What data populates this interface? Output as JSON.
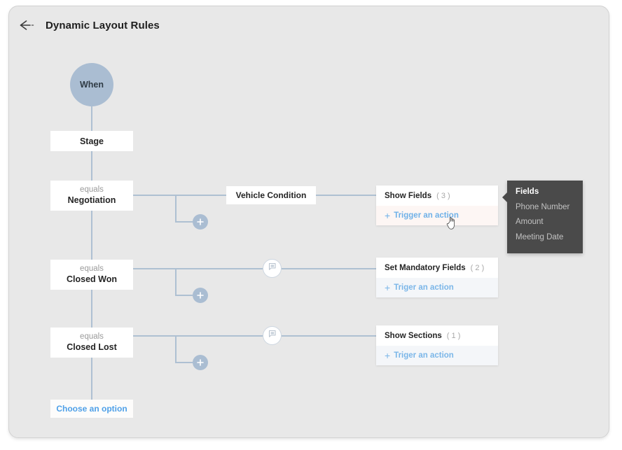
{
  "header": {
    "back_icon": "back-arrow-icon",
    "title": "Dynamic Layout Rules"
  },
  "flow": {
    "trigger": {
      "label": "When"
    },
    "field_box": {
      "label": "Stage"
    },
    "conditions": [
      {
        "operator": "equals",
        "value": "Negotiation"
      },
      {
        "operator": "equals",
        "value": "Closed Won"
      },
      {
        "operator": "equals",
        "value": "Closed Lost"
      }
    ],
    "middle_nodes": [
      {
        "type": "label-box",
        "label": "Vehicle Condition"
      },
      {
        "type": "bubble-icon",
        "icon": "comment-bubble-icon"
      },
      {
        "type": "bubble-icon",
        "icon": "comment-bubble-icon"
      }
    ],
    "add_nodes": [
      {
        "icon": "plus-icon"
      },
      {
        "icon": "plus-icon"
      },
      {
        "icon": "plus-icon"
      }
    ],
    "action_cards": [
      {
        "title": "Show Fields",
        "count": "( 3 )",
        "action_label": "Trigger an action",
        "plus": "+"
      },
      {
        "title": "Set Mandatory Fields",
        "count": "( 2 )",
        "action_label": "Triger an action",
        "plus": "+"
      },
      {
        "title": "Show Sections",
        "count": "( 1 )",
        "action_label": "Triger an action",
        "plus": "+"
      }
    ],
    "choose_option": {
      "label": "Choose an option"
    }
  },
  "tooltip": {
    "title": "Fields",
    "items": [
      "Phone Number",
      "Amount",
      "Meeting Date"
    ]
  },
  "colors": {
    "panel_background": "#e8e8e8",
    "node_blue": "#aabdd2",
    "link_blue": "#7bb6e8",
    "wire": "#aec0d2",
    "tooltip_background": "#4a4a4a"
  }
}
